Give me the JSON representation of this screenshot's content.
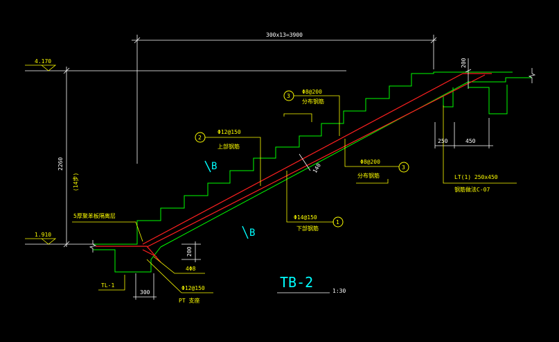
{
  "drawing": {
    "title": "TB-2",
    "scale": "1:30",
    "colors": {
      "background": "#000000",
      "concrete": "#00ff00",
      "rebar": "#ff2020",
      "dimension": "#ffffff",
      "leader": "#ffff00",
      "section_mark": "#00ffff"
    },
    "dimensions": {
      "run": "300x13=3900",
      "rise": "2260",
      "steps": "(14步)",
      "top_thickness": "200",
      "landing_w1": "250",
      "landing_w2": "450",
      "slab_thickness": "140",
      "bottom_beam_h": "200",
      "bottom_width": "300"
    },
    "elevations": {
      "top": "4.170",
      "bottom": "1.910"
    },
    "callouts": {
      "c1_num": "1",
      "c1_text": "Φ14@150",
      "c1_sub": "下部钢筋",
      "c2_num": "2",
      "c2_text": "Φ12@150",
      "c2_sub": "上部钢筋",
      "c3a_num": "3",
      "c3a_text": "Φ8@200",
      "c3a_sub": "分布钢筋",
      "c3b_num": "3",
      "c3b_text": "Φ8@200",
      "c3b_sub": "分布钢筋",
      "beam_top_text": "LT(1) 250x450",
      "beam_top_sub": "钢筋做法C-07",
      "bottom_note": "5厚聚苯板隔离层",
      "bottom_bars": "4Φ8",
      "bottom_hook": "Φ12@150",
      "bottom_hook_sub": "PT 支座",
      "tl": "TL-1"
    },
    "section_marks": {
      "upper": "B",
      "lower": "B"
    }
  }
}
